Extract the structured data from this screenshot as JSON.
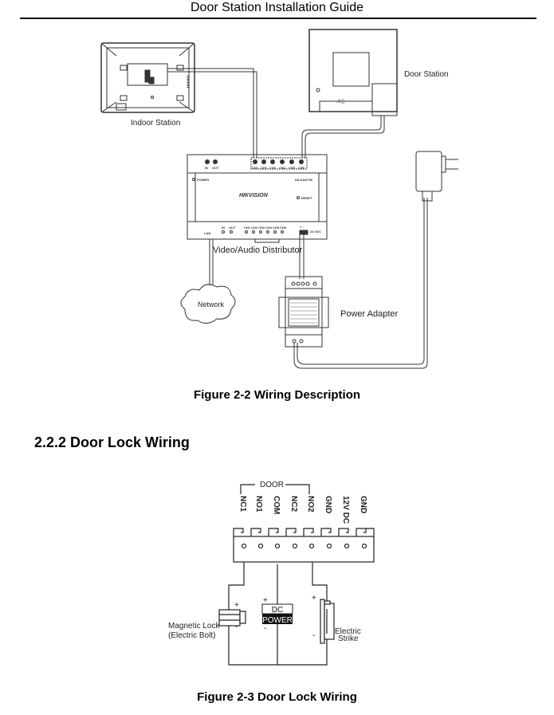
{
  "header": {
    "title": "Door Station Installation Guide"
  },
  "figure1": {
    "caption": "Figure 2-2 Wiring Description",
    "labels": {
      "indoor_station": "Indoor Station",
      "door_station": "Door Station",
      "distributor": "Video/Audio Distributor",
      "network": "Network",
      "power_adapter": "Power Adapter"
    },
    "distributor_ports": {
      "top_left": [
        "IN",
        "OUT"
      ],
      "top_channels": [
        "CH1",
        "CH2",
        "CH3",
        "CH4",
        "CH5",
        "CH6"
      ],
      "power_led": "POWER",
      "model": "DS-KAD706",
      "brand": "HIKVISION",
      "reset": "RESET",
      "bottom_lan": "LAN",
      "bottom_ports": [
        "IN",
        "OUT",
        "CH1",
        "CH2",
        "CH3",
        "CH4",
        "CH5",
        "CH6"
      ],
      "dc_label": "24 VDC",
      "polarity": "+ -"
    }
  },
  "section": {
    "heading": "2.2.2 Door Lock Wiring"
  },
  "figure2": {
    "caption": "Figure 2-3 Door Lock Wiring",
    "door_group_label": "DOOR",
    "terminals": [
      "NC1",
      "NO1",
      "COM",
      "NC2",
      "NO2",
      "GND",
      "12V DC",
      "GND"
    ],
    "labels": {
      "magnetic_lock_line1": "Magnetic Lock",
      "magnetic_lock_line2": "(Electric Bolt)",
      "dc_power_line1": "DC",
      "dc_power_line2": "POWER",
      "electric_strike_line1": "Electric",
      "electric_strike_line2": "Strike",
      "plus": "+",
      "minus": "-"
    }
  }
}
